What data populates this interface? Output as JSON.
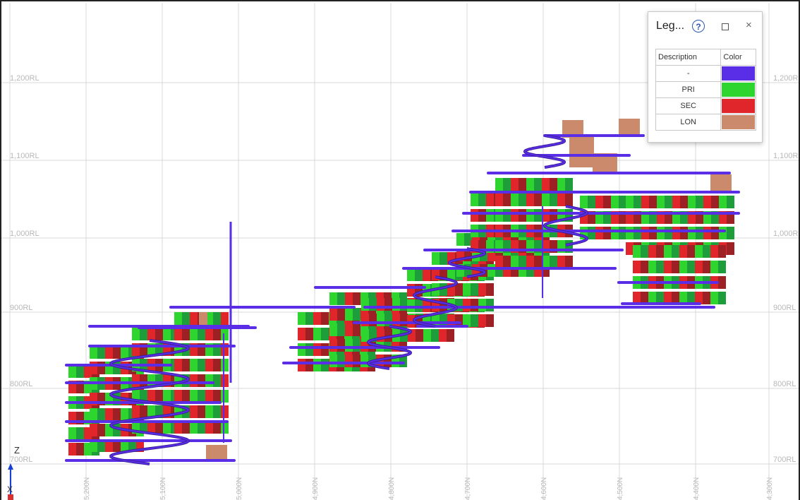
{
  "viewport": {
    "background": "#ffffff",
    "rl_labels": [
      "1,200RL",
      "1,100RL",
      "1,000RL",
      "900RL",
      "800RL",
      "700RL"
    ],
    "northing_labels": [
      "5,200N",
      "5,100N",
      "5,000N",
      "4,900N",
      "4,800N",
      "4,700N",
      "4,600N",
      "4,500N",
      "4,400N",
      "4,300N"
    ]
  },
  "legend_window": {
    "title": "Leg...",
    "help_label": "?",
    "close_label": "×",
    "columns": [
      "Description",
      "Color"
    ],
    "rows": [
      {
        "description": "-",
        "color": "#5a2ee6"
      },
      {
        "description": "PRI",
        "color": "#2ed52e"
      },
      {
        "description": "SEC",
        "color": "#e0262b"
      },
      {
        "description": "LON",
        "color": "#cc8a6c"
      }
    ]
  },
  "axis_indicator": {
    "z_label": "Z",
    "x_label": "X",
    "icon": "xyz-axis-icon"
  }
}
